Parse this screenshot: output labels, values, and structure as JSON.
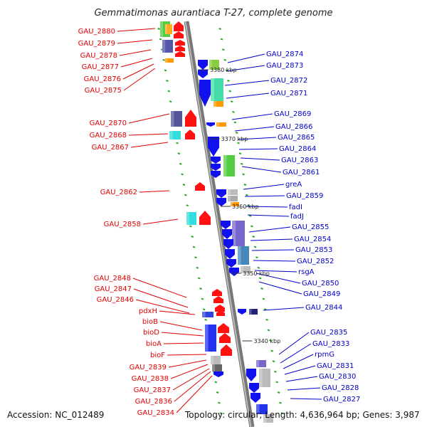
{
  "title": "Gemmatimonas aurantiaca T-27, complete genome",
  "footer": {
    "accession": "Accession: NC_012489",
    "summary": "Topology: circular; Length: 4,636,964 bp; Genes: 3,987"
  },
  "colors": {
    "backbone": "#888888",
    "left_label": "#e00000",
    "right_label": "#0000cc",
    "tick": "#22aa22",
    "strand_minus": "#ff1111",
    "strand_plus": "#1111ee"
  },
  "scale_marks": [
    "3380 kbp",
    "3370 kbp",
    "3360 kbp",
    "3350 kbp",
    "3340 kbp"
  ],
  "left_labels": [
    "GAU_2880",
    "GAU_2879",
    "GAU_2878",
    "GAU_2877",
    "GAU_2876",
    "GAU_2875",
    "GAU_2870",
    "GAU_2868",
    "GAU_2867",
    "GAU_2862",
    "GAU_2858",
    "GAU_2848",
    "GAU_2847",
    "GAU_2846",
    "pdxH",
    "bioB",
    "bioD",
    "bioA",
    "bioF",
    "GAU_2839",
    "GAU_2838",
    "GAU_2837",
    "GAU_2836",
    "GAU_2834"
  ],
  "right_labels": [
    "GAU_2874",
    "GAU_2873",
    "GAU_2872",
    "GAU_2871",
    "GAU_2869",
    "GAU_2866",
    "GAU_2865",
    "GAU_2864",
    "GAU_2863",
    "GAU_2861",
    "greA",
    "GAU_2859",
    "fadI",
    "fadJ",
    "GAU_2855",
    "GAU_2854",
    "GAU_2853",
    "GAU_2852",
    "rsgA",
    "GAU_2850",
    "GAU_2849",
    "GAU_2844",
    "GAU_2835",
    "GAU_2833",
    "rpmG",
    "GAU_2831",
    "GAU_2830",
    "GAU_2828",
    "GAU_2827"
  ]
}
